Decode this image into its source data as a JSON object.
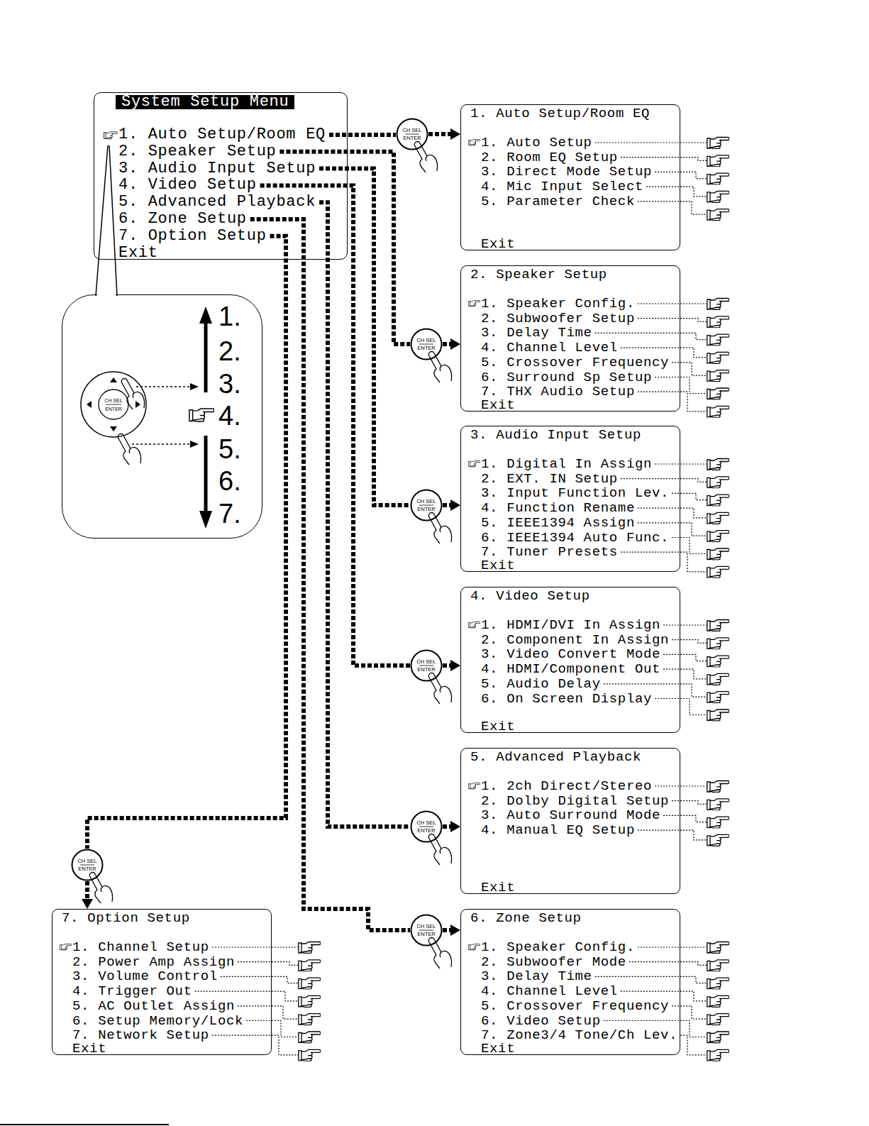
{
  "diagram": {
    "nodes": [
      {
        "text": [
          "System Setup Menu",
          "1. Auto Setup/Room EQ",
          "2. Speaker Setup",
          "3. Audio Input Setup",
          "4. Video Setup",
          "5. Advanced Playback",
          "6. Zone Setup",
          "7. Option Setup",
          "Exit"
        ]
      },
      {
        "text": [
          "1.",
          "2.",
          "3.",
          "4.",
          "5.",
          "6.",
          "7."
        ]
      },
      {
        "text": [
          "CH SEL",
          "ENTER"
        ],
        "in": 1
      },
      {
        "text": [
          "CH SEL",
          "ENTER"
        ]
      },
      {
        "text": [
          "1. Auto Setup/Room EQ",
          "1. Auto Setup",
          "2. Room EQ Setup",
          "3. Direct Mode Setup",
          "4. Mic Input Select",
          "5. Parameter Check",
          "Exit"
        ]
      },
      {
        "text": [
          "CH SEL",
          "ENTER"
        ]
      },
      {
        "text": [
          "2. Speaker Setup",
          "1. Speaker Config.",
          "2. Subwoofer Setup",
          "3. Delay Time",
          "4. Channel Level",
          "5. Crossover Frequency",
          "6. Surround Sp Setup",
          "7. THX Audio Setup",
          "Exit"
        ]
      },
      {
        "text": [
          "CH SEL",
          "ENTER"
        ]
      },
      {
        "text": [
          "3. Audio Input Setup",
          "1. Digital In Assign",
          "2. EXT. IN Setup",
          "3. Input Function Lev.",
          "4. Function Rename",
          "5. IEEE1394 Assign",
          "6. IEEE1394 Auto Func.",
          "7. Tuner Presets",
          "Exit"
        ]
      },
      {
        "text": [
          "CH SEL",
          "ENTER"
        ]
      },
      {
        "text": [
          "4. Video Setup",
          "1. HDMI/DVI In Assign",
          "2. Component In Assign",
          "3. Video Convert Mode",
          "4. HDMI/Component Out",
          "5. Audio Delay",
          "6. On Screen Display",
          "Exit"
        ]
      },
      {
        "text": [
          "CH SEL",
          "ENTER"
        ]
      },
      {
        "text": [
          "5. Advanced Playback",
          "1. 2ch Direct/Stereo",
          "2. Dolby Digital Setup",
          "3. Auto Surround Mode",
          "4. Manual EQ Setup",
          "Exit"
        ]
      },
      {
        "text": [
          "CH SEL",
          "ENTER"
        ]
      },
      {
        "text": [
          "6. Zone Setup",
          "1. Speaker Config.",
          "2. Subwoofer Mode",
          "3. Delay Time",
          "4. Channel Level",
          "5. Crossover Frequency",
          "6. Video Setup",
          "7. Zone3/4 Tone/Ch Lev.",
          "Exit"
        ]
      },
      {
        "text": [
          "CH SEL",
          "ENTER"
        ]
      },
      {
        "text": [
          "7. Option Setup",
          "1. Channel Setup",
          "2. Power Amp Assign",
          "3. Volume Control",
          "4. Trigger Out",
          "5. AC Outlet Assign",
          "6. Setup Memory/Lock",
          "7. Network Setup",
          "Exit"
        ]
      }
    ],
    "edges": [
      {
        "from": 0,
        "to": 3,
        "arrow": "none"
      },
      {
        "from": 3,
        "to": 4,
        "arrow": "to"
      },
      {
        "from": 0,
        "to": 5,
        "arrow": "none"
      },
      {
        "from": 5,
        "to": 6,
        "arrow": "to"
      },
      {
        "from": 0,
        "to": 7,
        "arrow": "none"
      },
      {
        "from": 7,
        "to": 8,
        "arrow": "to"
      },
      {
        "from": 0,
        "to": 9,
        "arrow": "none"
      },
      {
        "from": 9,
        "to": 10,
        "arrow": "to"
      },
      {
        "from": 0,
        "to": 11,
        "arrow": "none"
      },
      {
        "from": 11,
        "to": 12,
        "arrow": "to"
      },
      {
        "from": 0,
        "to": 13,
        "arrow": "none"
      },
      {
        "from": 13,
        "to": 14,
        "arrow": "to"
      },
      {
        "from": 0,
        "to": 15,
        "arrow": "none"
      },
      {
        "from": 15,
        "to": 16,
        "arrow": "to"
      }
    ]
  }
}
